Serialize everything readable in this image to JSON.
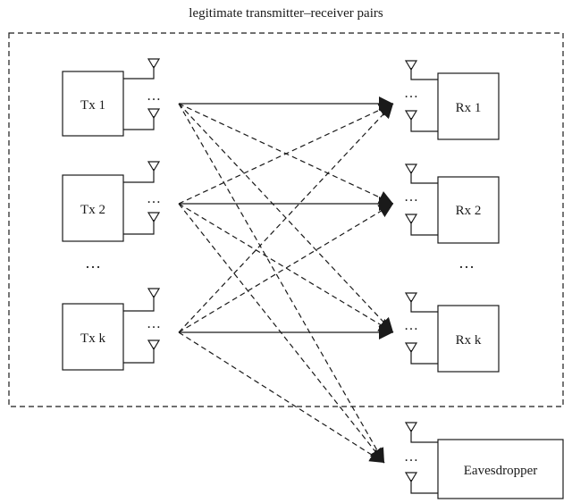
{
  "title": "legitimate transmitter–receiver pairs",
  "transmitters": [
    {
      "label": "Tx 1"
    },
    {
      "label": "Tx 2"
    },
    {
      "label": "Tx k"
    }
  ],
  "receivers": [
    {
      "label": "Rx 1"
    },
    {
      "label": "Rx 2"
    },
    {
      "label": "Rx k"
    }
  ],
  "eavesdropper": {
    "label": "Eavesdropper"
  },
  "ellipsis": "…",
  "colors": {
    "stroke": "#1a1a1a",
    "background": "#ffffff"
  }
}
